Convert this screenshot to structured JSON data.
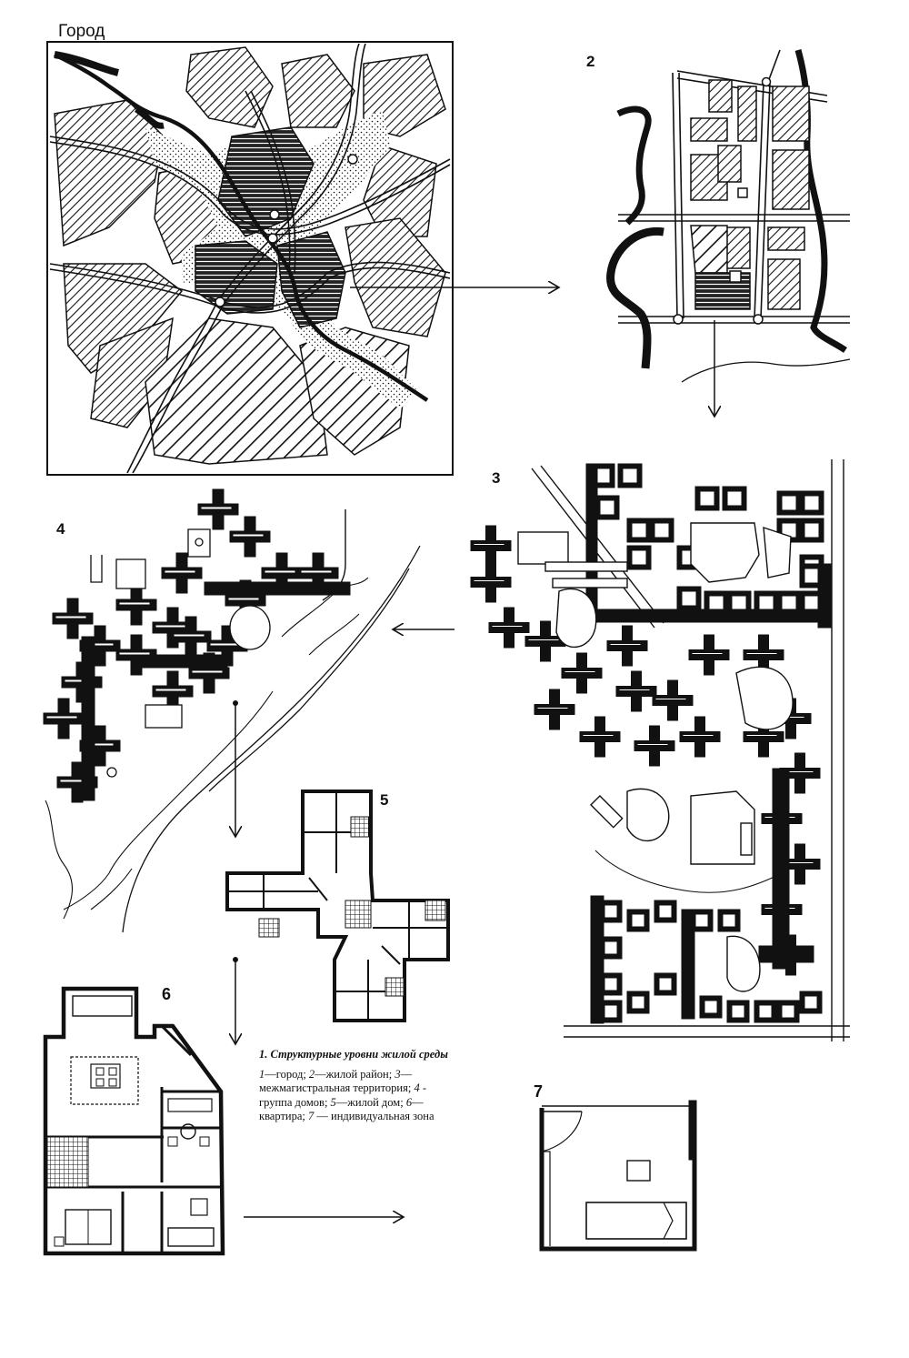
{
  "labels": {
    "city": "Город",
    "p2": "2",
    "p3": "3",
    "p4": "4",
    "p5": "5",
    "p6": "6",
    "p7": "7"
  },
  "caption": {
    "number": "1.",
    "title": "Структурные уровни жилой среды",
    "items": [
      {
        "num": "1",
        "text": "город;"
      },
      {
        "num": "2",
        "text": "жилой район;"
      },
      {
        "num": "3",
        "text": "межмагистральная территория;"
      },
      {
        "num": "4",
        "text": "группа домов;"
      },
      {
        "num": "5",
        "text": "жилой дом;"
      },
      {
        "num": "6",
        "text": "квартира;"
      },
      {
        "num": "7",
        "text": "индивидуальная зона"
      }
    ]
  }
}
